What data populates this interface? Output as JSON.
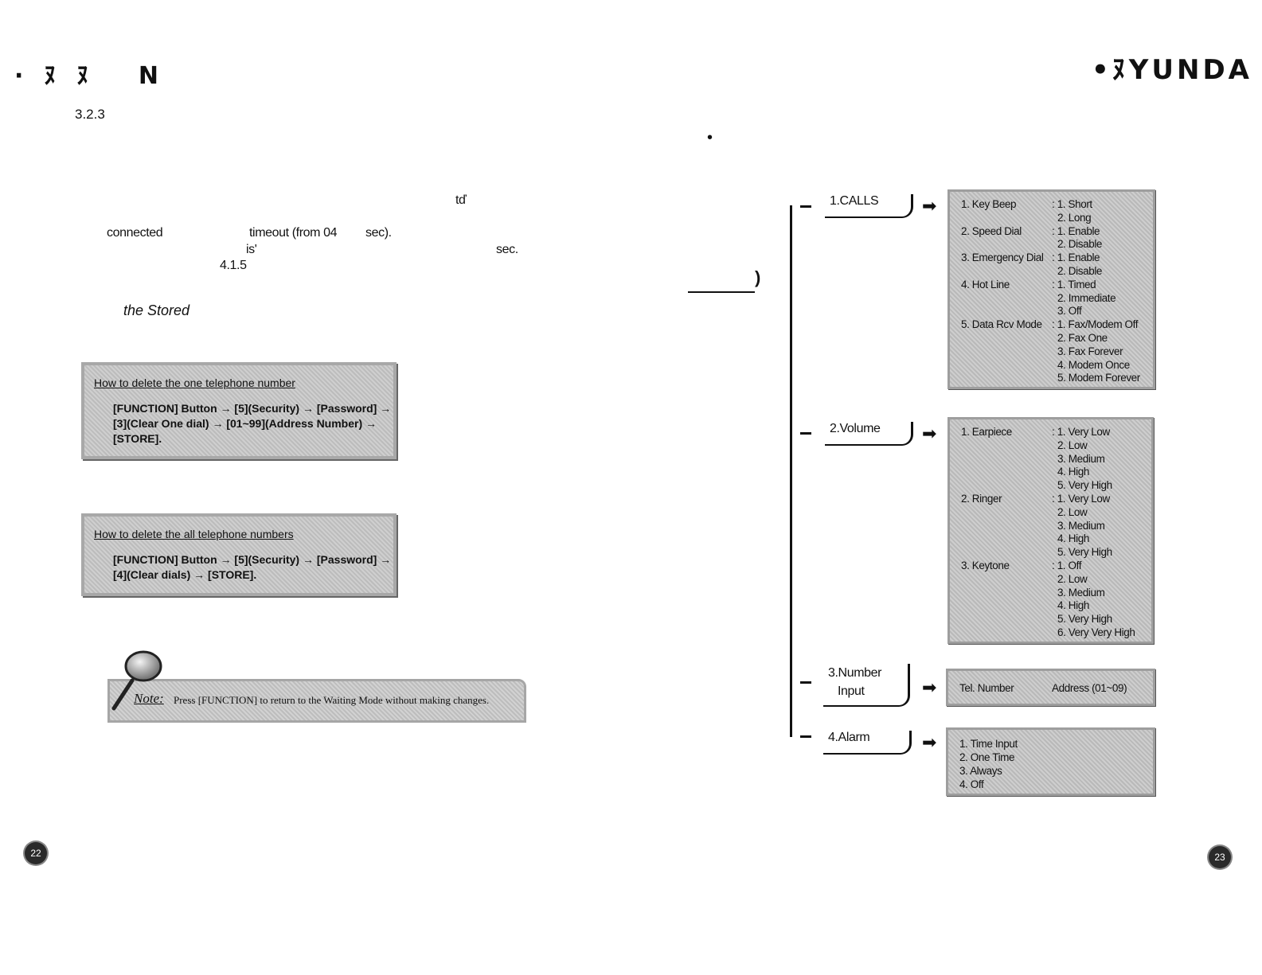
{
  "header": {
    "logo_left": "·ﾇﾇ N",
    "logo_right": "•ﾇYUNDA",
    "section_number": "3.2.3",
    "dot": "•"
  },
  "fragments": {
    "to": "tď",
    "connected": "connected",
    "timeout": "timeout (from 04",
    "sec1": "sec).",
    "is": "is'",
    "sec2": "sec.",
    "ref": "4.1.5",
    "the_stored": "the Stored"
  },
  "box_one": {
    "title": "How to delete the one telephone number",
    "lines": [
      "[FUNCTION] Button → [5](Security) → [Password] →",
      "[3](Clear One dial) → [01~99](Address Number) →",
      "[STORE]."
    ]
  },
  "box_all": {
    "title": "How to delete the all telephone numbers",
    "lines": [
      "[FUNCTION] Button → [5](Security) → [Password] →",
      "[4](Clear dials) → [STORE]."
    ]
  },
  "note": {
    "label": "Note:",
    "text": "Press [FUNCTION] to return to the Waiting Mode without making changes."
  },
  "page_numbers": {
    "left": "22",
    "right": "23"
  },
  "menu": {
    "calls": {
      "label": "1.CALLS",
      "items": [
        [
          "1. Key Beep",
          ": 1. Short"
        ],
        [
          "",
          "2. Long"
        ],
        [
          "2. Speed Dial",
          ": 1. Enable"
        ],
        [
          "",
          "2. Disable"
        ],
        [
          "3. Emergency Dial",
          ": 1. Enable"
        ],
        [
          "",
          "2. Disable"
        ],
        [
          "4. Hot Line",
          ": 1. Timed"
        ],
        [
          "",
          "2. Immediate"
        ],
        [
          "",
          "3. Off"
        ],
        [
          "5. Data Rcv Mode",
          ": 1. Fax/Modem Off"
        ],
        [
          "",
          "2. Fax One"
        ],
        [
          "",
          "3. Fax  Forever"
        ],
        [
          "",
          "4. Modem  Once"
        ],
        [
          "",
          "5. Modem  Forever"
        ]
      ]
    },
    "volume": {
      "label": "2.Volume",
      "items": [
        [
          "1. Earpiece",
          ": 1. Very Low"
        ],
        [
          "",
          "2. Low"
        ],
        [
          "",
          "3. Medium"
        ],
        [
          "",
          "4. High"
        ],
        [
          "",
          "5. Very High"
        ],
        [
          "2. Ringer",
          ": 1. Very Low"
        ],
        [
          "",
          "2. Low"
        ],
        [
          "",
          "3. Medium"
        ],
        [
          "",
          "4. High"
        ],
        [
          "",
          "5. Very High"
        ],
        [
          "3. Keytone",
          ": 1. Off"
        ],
        [
          "",
          "2. Low"
        ],
        [
          "",
          "3. Medium"
        ],
        [
          "",
          "4. High"
        ],
        [
          "",
          "5. Very High"
        ],
        [
          "",
          "6. Very Very High"
        ]
      ]
    },
    "number_input": {
      "label_line1": "3.Number",
      "label_line2": "Input",
      "items": [
        [
          "Tel. Number",
          "Address (01~09)"
        ]
      ]
    },
    "alarm": {
      "label": "4.Alarm",
      "items": [
        [
          "1. Time Input",
          ""
        ],
        [
          "2. One Time",
          ""
        ],
        [
          "3. Always",
          ""
        ],
        [
          "4. Off",
          ""
        ]
      ]
    }
  }
}
